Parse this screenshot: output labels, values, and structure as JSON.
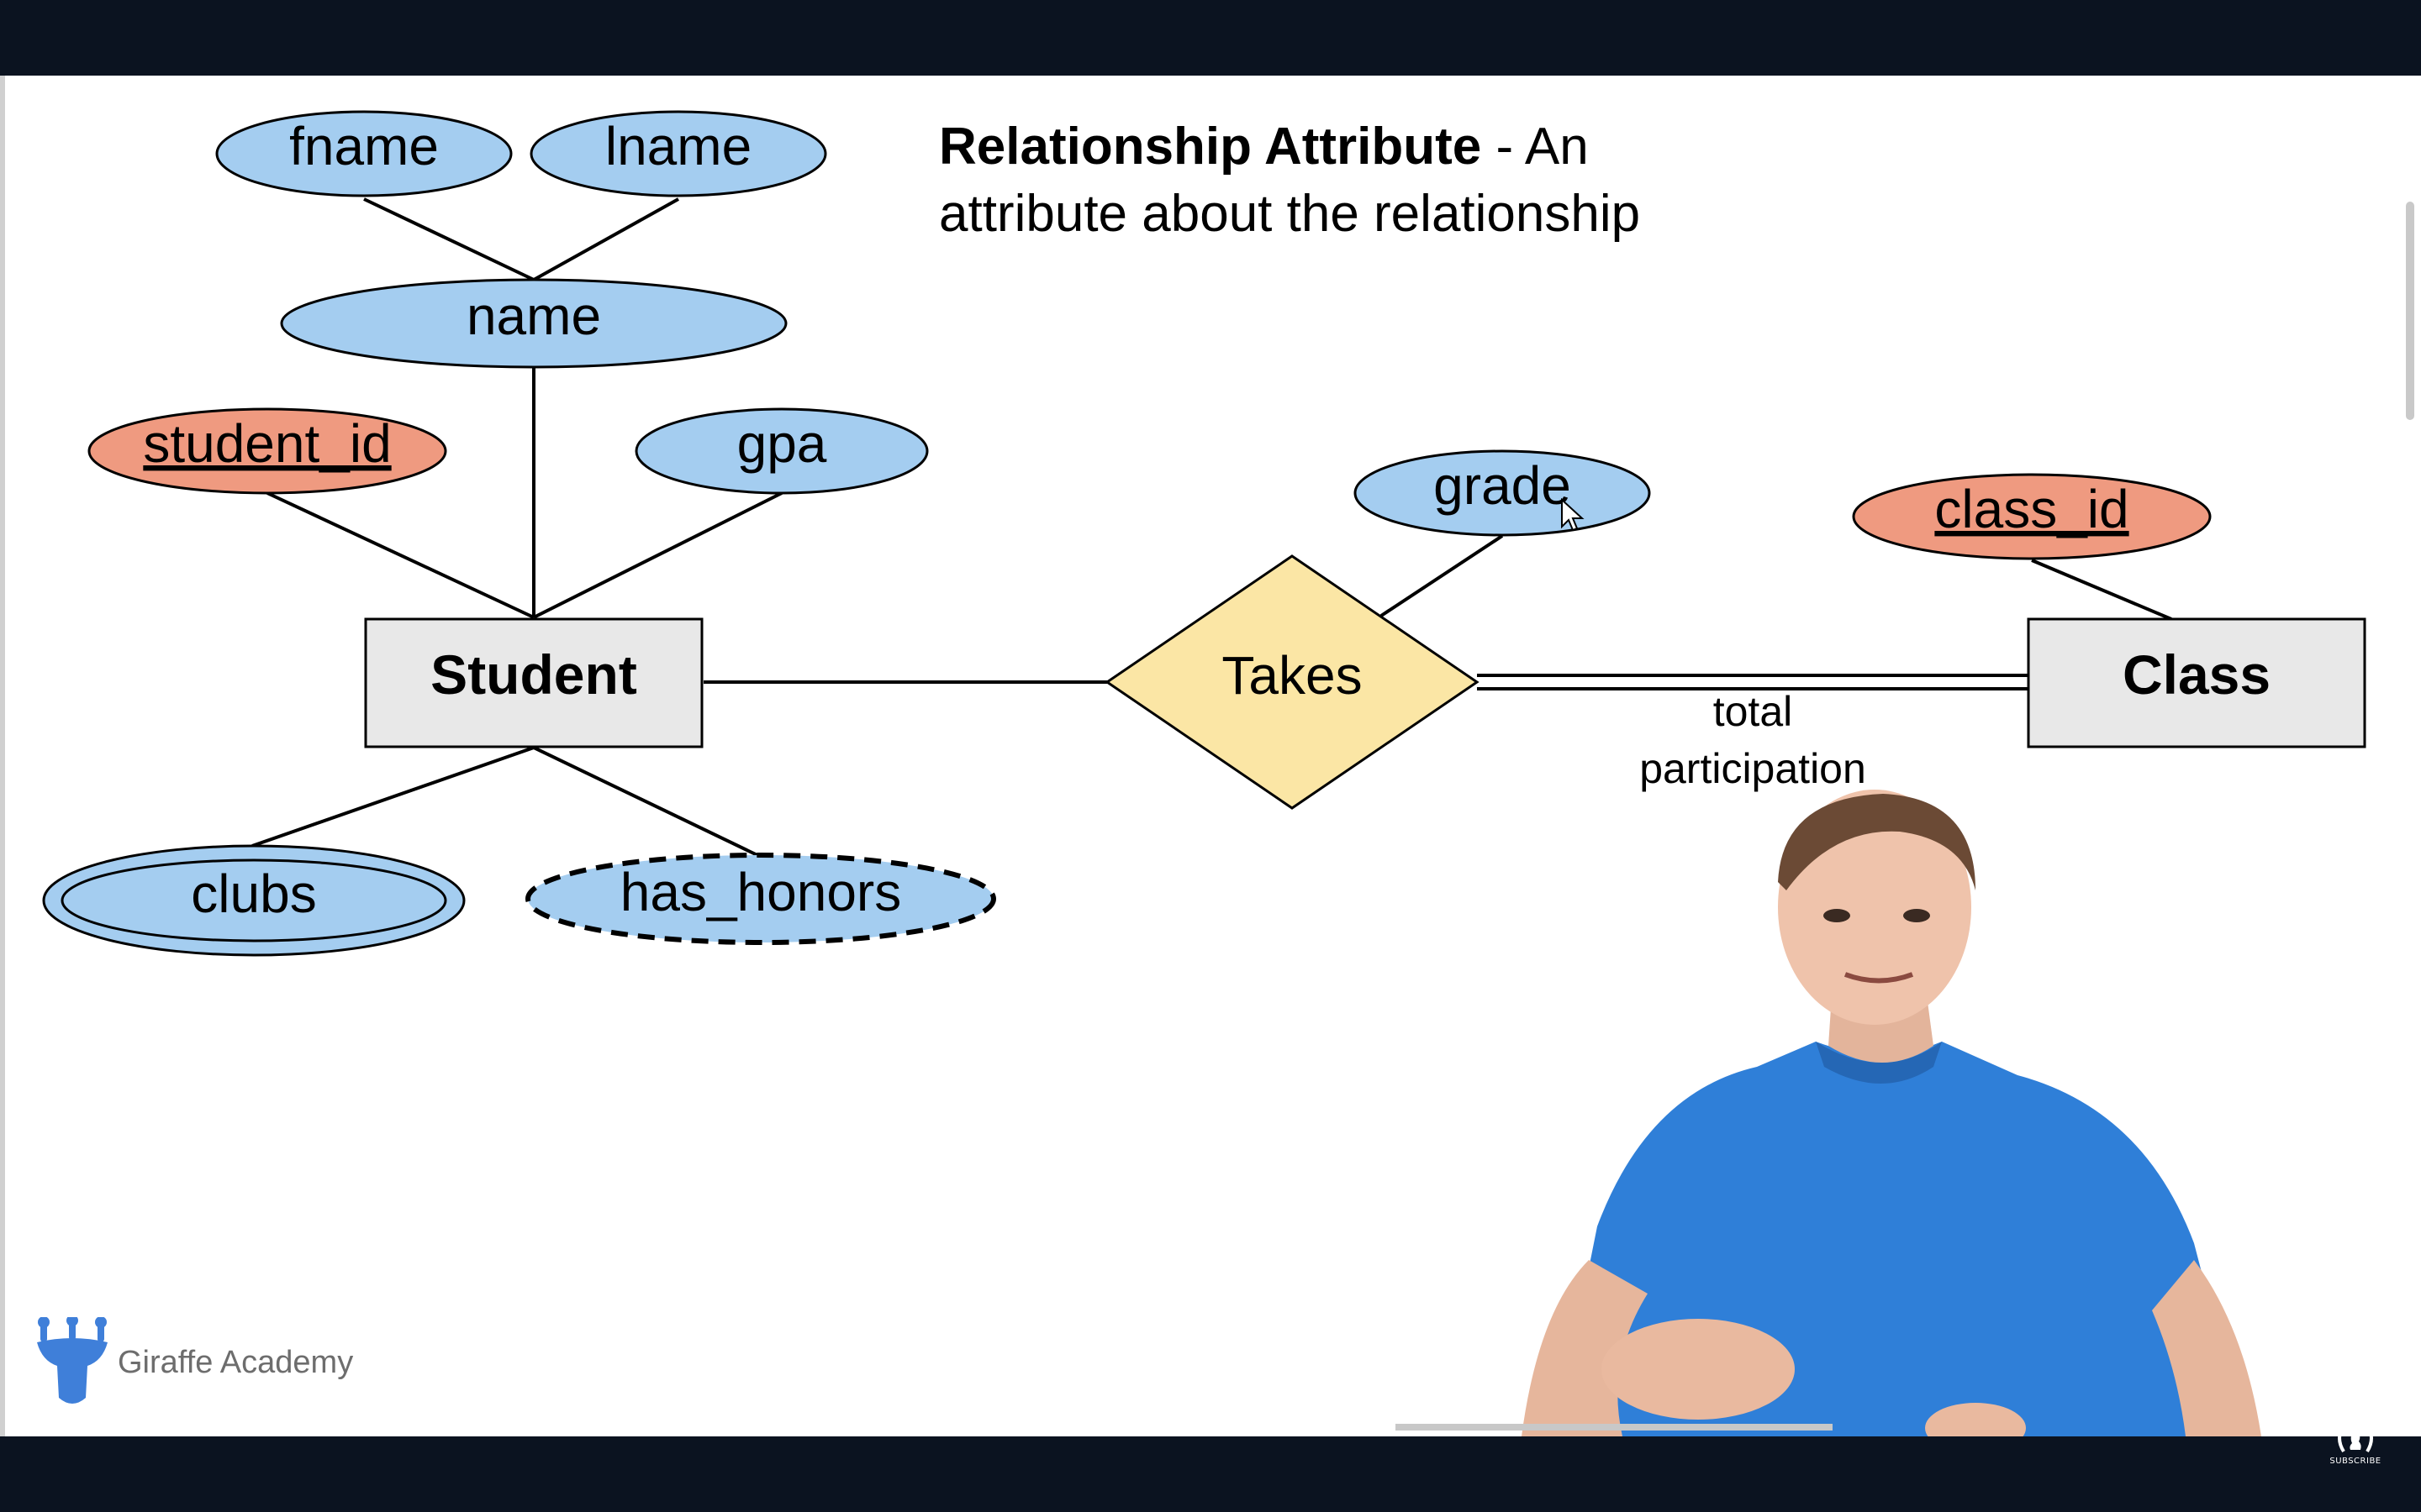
{
  "slide": {
    "title_bold": "Relationship Attribute",
    "title_rest_1": " - An",
    "title_line_2": "attribute about the relationship"
  },
  "diagram": {
    "entities": {
      "student": "Student",
      "class": "Class"
    },
    "relationship": "Takes",
    "attributes": {
      "fname": "fname",
      "lname": "lname",
      "name": "name",
      "student_id": "student_id",
      "gpa": "gpa",
      "clubs": "clubs",
      "has_honors": "has_honors",
      "grade": "grade",
      "class_id": "class_id"
    },
    "participation_line_1": "total",
    "participation_line_2": "participation",
    "colors": {
      "attribute_fill": "#a4cdf0",
      "key_attribute_fill": "#ef9a80",
      "entity_fill": "#e8e8e8",
      "relationship_fill": "#fbe6a5",
      "stroke": "#000000"
    }
  },
  "branding": {
    "logo_text": "Giraffe Academy",
    "logo_color": "#3f7fd9"
  },
  "player": {
    "subscribe_label": "SUBSCRIBE"
  }
}
